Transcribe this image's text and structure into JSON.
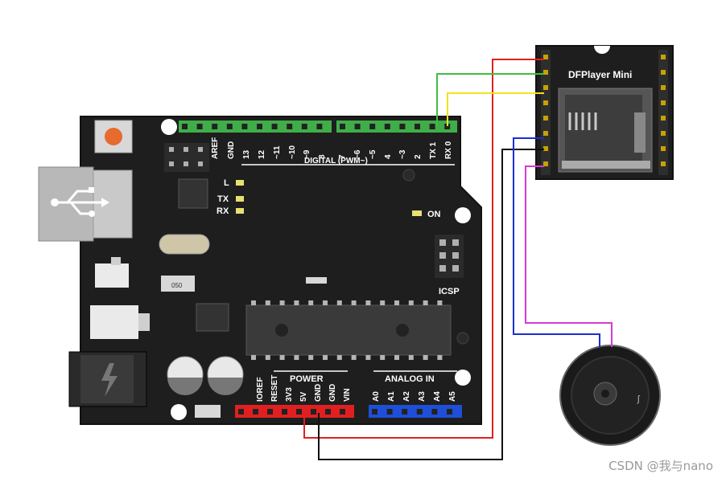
{
  "board": {
    "header_top_labels": [
      "AREF",
      "GND",
      "13",
      "12",
      "~11",
      "~10",
      "~9",
      "8",
      "7",
      "~6",
      "~5",
      "4",
      "~3",
      "2",
      "TX 1",
      "RX 0"
    ],
    "digital_label": "DIGITAL (PWM~)",
    "led_labels": [
      "L",
      "TX",
      "RX"
    ],
    "on_label": "ON",
    "icsp_label": "ICSP",
    "power_label": "POWER",
    "analog_label": "ANALOG IN",
    "power_pins": [
      "IOREF",
      "RESET",
      "3V3",
      "5V",
      "GND",
      "GND",
      "VIN"
    ],
    "analog_pins": [
      "A0",
      "A1",
      "A2",
      "A3",
      "A4",
      "A5"
    ],
    "crystal_label": "050"
  },
  "module": {
    "title": "DFPlayer Mini"
  },
  "watermark": "CSDN @我与nano",
  "colors": {
    "board": "#1e1e1e",
    "header_green": "#3fae49",
    "header_red": "#e02020",
    "header_blue": "#1f4fd8",
    "wire_red": "#e02020",
    "wire_green": "#3fbf3f",
    "wire_yellow": "#f2e21a",
    "wire_blue": "#1a2fd0",
    "wire_black": "#111111",
    "wire_magenta": "#d63ad6"
  }
}
